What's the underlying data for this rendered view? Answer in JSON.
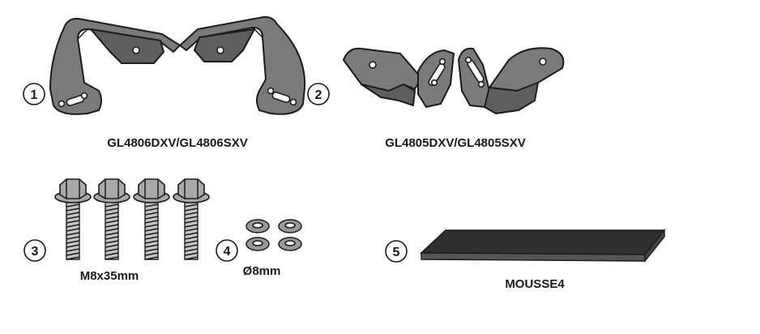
{
  "items": [
    {
      "number": "1"
    },
    {
      "number": "2"
    },
    {
      "number": "3",
      "label": "M8x35mm"
    },
    {
      "number": "4",
      "label": "Ø8mm"
    },
    {
      "number": "5",
      "label": "MOUSSE4"
    }
  ],
  "part_labels": {
    "large_brackets": "GL4806DXV/GL4806SXV",
    "small_brackets": "GL4805DXV/GL4805SXV"
  },
  "colors": {
    "metal": "#7a7a7a",
    "metal_dark": "#5e5e5e",
    "foam": "#2f2f2f",
    "outline": "#1c1c1c"
  }
}
